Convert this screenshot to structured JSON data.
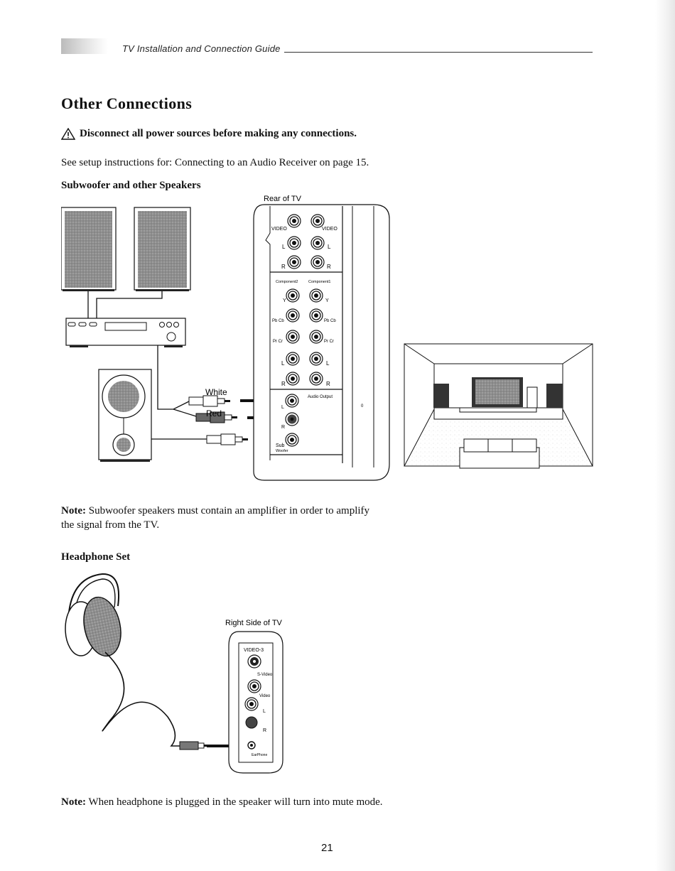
{
  "header": {
    "guide_title": "TV Installation and Connection Guide"
  },
  "page": {
    "title": "Other Connections",
    "warning": "Disconnect all power sources before making any connections.",
    "intro": "See setup instructions for: Connecting to an Audio Receiver on page 15.",
    "page_number": "21"
  },
  "subwoofer_section": {
    "heading": "Subwoofer and other Speakers",
    "diagram": {
      "rear_label": "Rear of TV",
      "jack_video_left": "VIDEO",
      "jack_video_right": "VIDEO",
      "jack_l": "L",
      "jack_r": "R",
      "component2": "Component2",
      "component1": "Component1",
      "jack_y": "Y",
      "jack_pbcb": "Pb Cb",
      "jack_prcr": "Pr Cr",
      "audio_output": "Audio Output",
      "sub_woofer": "Sub",
      "sub_woofer_2": "Woofer",
      "cable_white": "White",
      "cable_red": "Red",
      "side_mark": "0"
    },
    "note_label": "Note:",
    "note_text_1": "Subwoofer speakers must contain an amplifier in order to amplify",
    "note_text_2": "the signal from the TV."
  },
  "headphone_section": {
    "heading": "Headphone Set",
    "diagram": {
      "right_side_label": "Right Side of TV",
      "video3": "VIDEO-3",
      "svideo": "S-Video",
      "video": "Video",
      "l": "L",
      "r": "R",
      "earphone": "EarPhone"
    },
    "note_label": "Note:",
    "note_text": "When headphone is plugged in the speaker will turn into mute mode."
  },
  "colors": {
    "ink": "#111111",
    "speaker_fill": "#9a9a9a",
    "rule": "#333333"
  }
}
